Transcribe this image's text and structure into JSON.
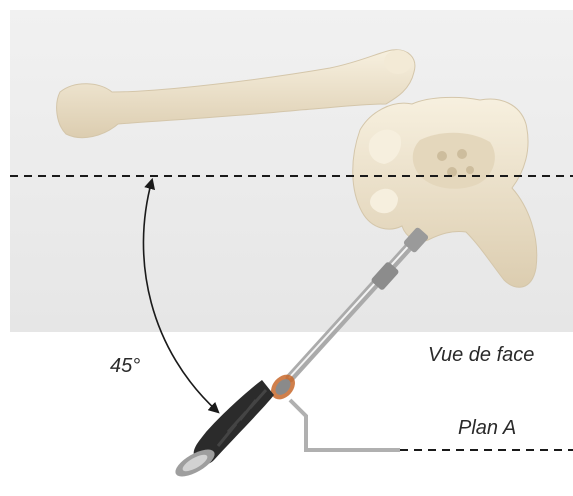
{
  "labels": {
    "angle": "45°",
    "view": "Vue de face",
    "plane": "Plan A"
  },
  "colors": {
    "background_panel": "#ececec",
    "bone": "#efe6d2",
    "bone_shadow": "#d9cbb0",
    "instrument_steel": "#b8b8b8",
    "handle": "#2b2b2b",
    "line": "#1a1a1a",
    "accent": "#c8692c"
  }
}
